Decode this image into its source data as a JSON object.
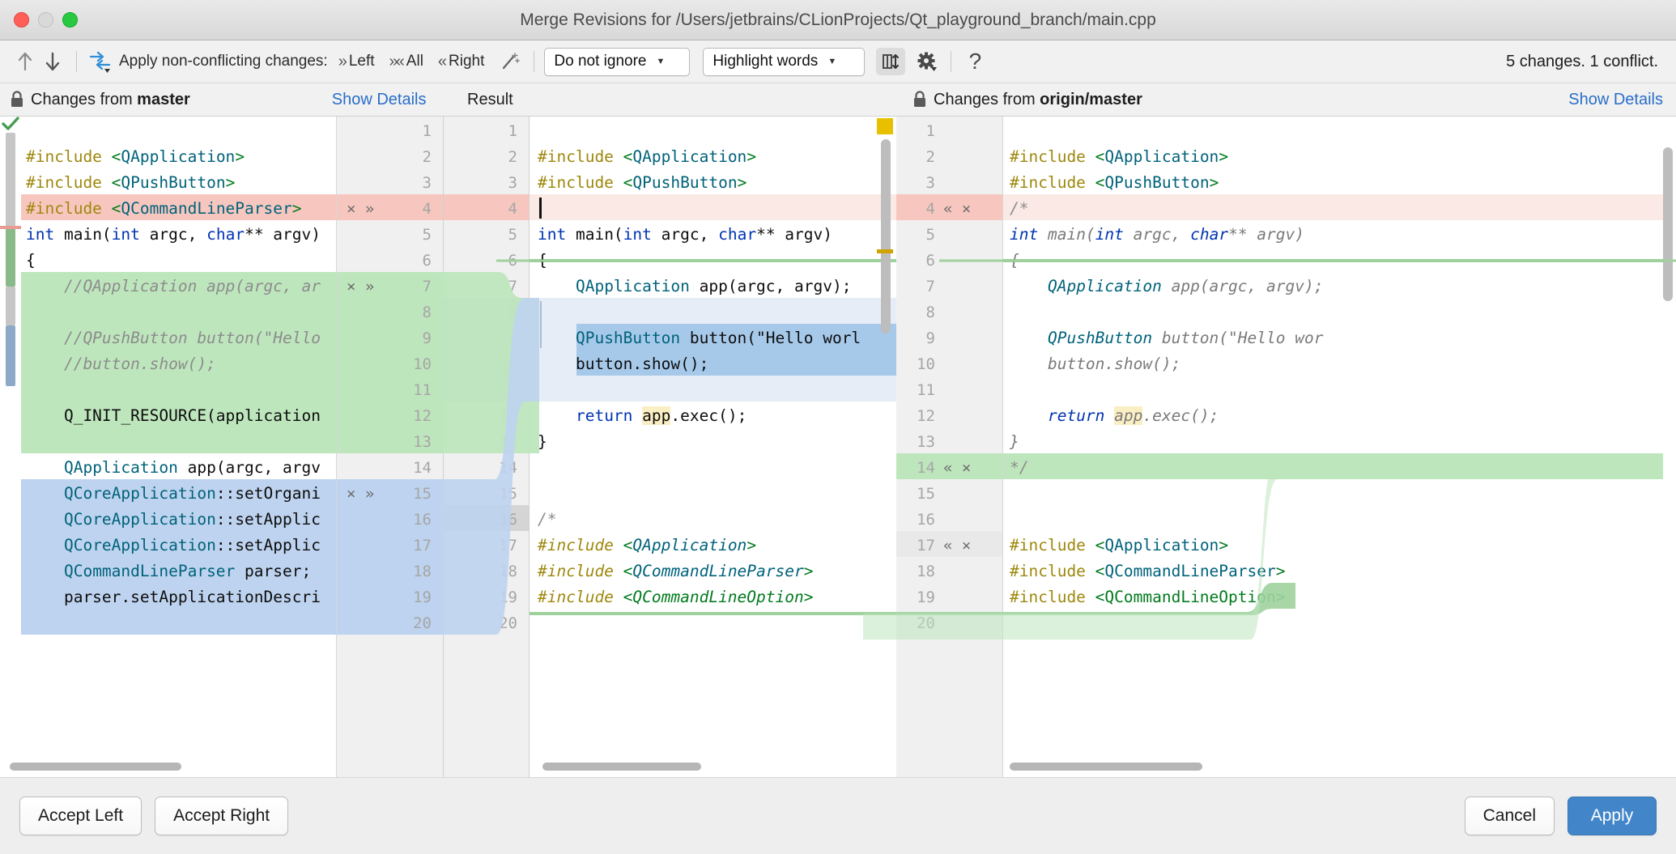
{
  "window": {
    "title": "Merge Revisions for /Users/jetbrains/CLionProjects/Qt_playground_branch/main.cpp",
    "traffic": [
      "close-button",
      "minimize-button",
      "zoom-button"
    ]
  },
  "toolbar": {
    "prev_icon": "arrow-up-icon",
    "next_icon": "arrow-down-icon",
    "apply_icon": "apply-changes-icon",
    "apply_label": "Apply non-conflicting changes:",
    "left_label": "Left",
    "all_label": "All",
    "right_label": "Right",
    "magic_icon": "magic-resolve-icon",
    "ignore_select": "Do not ignore",
    "highlight_select": "Highlight words",
    "columns_icon": "collapse-unchanged-icon",
    "settings_icon": "gear-icon",
    "help_icon": "help-icon",
    "status": "5 changes. 1 conflict."
  },
  "panels": {
    "left": {
      "lock_icon": "lock-icon",
      "title_prefix": "Changes from ",
      "title_branch": "master",
      "details_link": "Show Details"
    },
    "result": {
      "title": "Result"
    },
    "right": {
      "lock_icon": "lock-icon",
      "title_prefix": "Changes from ",
      "title_branch": "origin/master",
      "details_link": "Show Details"
    }
  },
  "left_editor": {
    "lines": [
      {
        "n": 1,
        "text": ""
      },
      {
        "n": 2,
        "text": "#include <QApplication>"
      },
      {
        "n": 3,
        "text": "#include <QPushButton>"
      },
      {
        "n": 4,
        "text": "#include <QCommandLineParser>"
      },
      {
        "n": 5,
        "text": "int main(int argc, char** argv)"
      },
      {
        "n": 6,
        "text": "{"
      },
      {
        "n": 7,
        "text": "    //QApplication app(argc, ar"
      },
      {
        "n": 8,
        "text": ""
      },
      {
        "n": 9,
        "text": "    //QPushButton button(\"Hello"
      },
      {
        "n": 10,
        "text": "    //button.show();"
      },
      {
        "n": 11,
        "text": ""
      },
      {
        "n": 12,
        "text": "    Q_INIT_RESOURCE(application"
      },
      {
        "n": 13,
        "text": ""
      },
      {
        "n": 14,
        "text": "    QApplication app(argc, argv"
      },
      {
        "n": 15,
        "text": "    QCoreApplication::setOrgani"
      },
      {
        "n": 16,
        "text": "    QCoreApplication::setApplic"
      },
      {
        "n": 17,
        "text": "    QCoreApplication::setApplic"
      },
      {
        "n": 18,
        "text": "    QCommandLineParser parser;"
      },
      {
        "n": 19,
        "text": "    parser.setApplicationDescri"
      },
      {
        "n": 20,
        "text": ""
      }
    ],
    "gutter_actions": {
      "4": "× »",
      "7": "× »",
      "15": "× »"
    }
  },
  "result_editor": {
    "lines": [
      {
        "n": 1,
        "text": ""
      },
      {
        "n": 2,
        "text": "#include <QApplication>"
      },
      {
        "n": 3,
        "text": "#include <QPushButton>"
      },
      {
        "n": 4,
        "text": ""
      },
      {
        "n": 5,
        "text": "int main(int argc, char** argv)"
      },
      {
        "n": 6,
        "text": "{"
      },
      {
        "n": 7,
        "text": "    QApplication app(argc, argv);"
      },
      {
        "n": 8,
        "text": ""
      },
      {
        "n": 9,
        "text": "    QPushButton button(\"Hello worl"
      },
      {
        "n": 10,
        "text": "    button.show();"
      },
      {
        "n": 11,
        "text": ""
      },
      {
        "n": 12,
        "text": "    return app.exec();"
      },
      {
        "n": 13,
        "text": "}"
      },
      {
        "n": 14,
        "text": ""
      },
      {
        "n": 15,
        "text": ""
      },
      {
        "n": 16,
        "text": "/*"
      },
      {
        "n": 17,
        "text": "#include <QApplication>"
      },
      {
        "n": 18,
        "text": "#include <QCommandLineParser>"
      },
      {
        "n": 19,
        "text": "#include <QCommandLineOption>"
      },
      {
        "n": 20,
        "text": ""
      }
    ],
    "caret_line": 4,
    "selection_lines": [
      9,
      10
    ],
    "word_highlight": "app"
  },
  "right_editor": {
    "lines": [
      {
        "n": 1,
        "text": ""
      },
      {
        "n": 2,
        "text": "#include <QApplication>"
      },
      {
        "n": 3,
        "text": "#include <QPushButton>"
      },
      {
        "n": 4,
        "text": "/*"
      },
      {
        "n": 5,
        "text": "int main(int argc, char** argv)"
      },
      {
        "n": 6,
        "text": "{"
      },
      {
        "n": 7,
        "text": "    QApplication app(argc, argv);"
      },
      {
        "n": 8,
        "text": ""
      },
      {
        "n": 9,
        "text": "    QPushButton button(\"Hello wor"
      },
      {
        "n": 10,
        "text": "    button.show();"
      },
      {
        "n": 11,
        "text": ""
      },
      {
        "n": 12,
        "text": "    return app.exec();"
      },
      {
        "n": 13,
        "text": "}"
      },
      {
        "n": 14,
        "text": "*/"
      },
      {
        "n": 15,
        "text": ""
      },
      {
        "n": 16,
        "text": ""
      },
      {
        "n": 17,
        "text": "#include <QApplication>"
      },
      {
        "n": 18,
        "text": "#include <QCommandLineParser>"
      },
      {
        "n": 19,
        "text": "#include <QCommandLineOption>"
      },
      {
        "n": 20,
        "text": ""
      }
    ],
    "gutter_actions": {
      "4": "« ×",
      "14": "« ×",
      "17": "« ×"
    }
  },
  "footer": {
    "accept_left": "Accept Left",
    "accept_right": "Accept Right",
    "cancel": "Cancel",
    "apply": "Apply"
  },
  "colors": {
    "conflict_red": "#f7c7bf",
    "conflict_red_light": "#fbe9e6",
    "added_green": "#bee6bd",
    "added_green_light": "#e5f5e3",
    "modified_blue": "#bed3ef",
    "modified_blue_light": "#e6edf7",
    "accent_blue": "#4286c9",
    "link_blue": "#2a6ec9",
    "marker_yellow": "#e8c000"
  }
}
